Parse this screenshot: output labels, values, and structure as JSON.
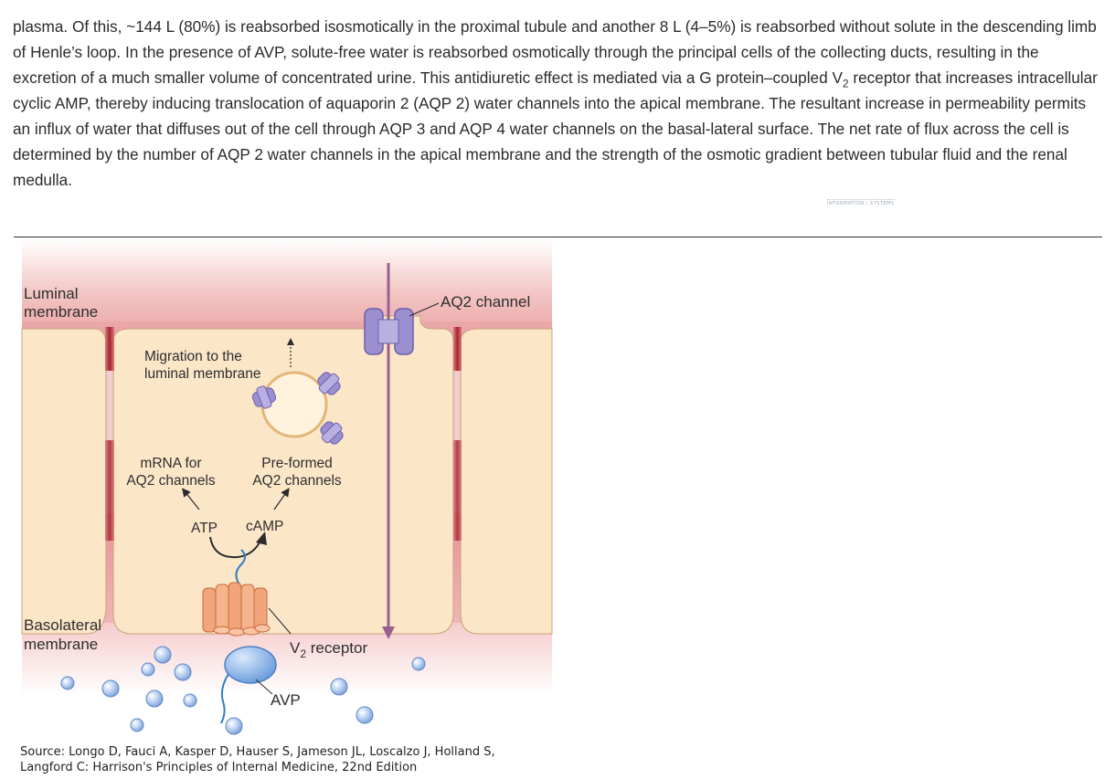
{
  "article": {
    "line1_a": "plasma. Of this, ~144 L (80%) is reabsorbed isosmotically in the proximal tubule and another 8 L (4–5%) is reabsorbed without solute in the descending limb of Henle’s loop. In the presence of AVP, solute-free water is reabsorbed osmotically through the principal cells of the collecting ducts, resulting in the excretion of a much smaller volume of concentrated urine. This antidiuretic effect is mediated via a G protein–coupled V",
    "line1_sub": "2",
    "line1_b": " receptor that increases intracellular cyclic AMP, thereby inducing translocation of aquaporin 2 (AQP 2) water channels into the apical membrane. The resultant increase in permeability permits an influx of water that diffuses out of the cell through AQP 3 and AQP 4 water channels on the basal-lateral surface. The net rate of flux across the cell is determined by the number of AQP 2 water channels in the apical membrane and the strength of the osmotic gradient between tubular fluid and the renal medulla."
  },
  "watermark": "INFORMATION / SYSTEMS",
  "figure": {
    "luminal_1": "Luminal",
    "luminal_2": "membrane",
    "basolateral_1": "Basolateral",
    "basolateral_2": "membrane",
    "aq2_channel": "AQ2 channel",
    "migration_1": "Migration to the",
    "migration_2": "luminal membrane",
    "mrna_1": "mRNA for",
    "mrna_2": "AQ2 channels",
    "preformed_1": "Pre-formed",
    "preformed_2": "AQ2 channels",
    "atp": "ATP",
    "camp": "cAMP",
    "v2_main": "V",
    "v2_sub": "2",
    "v2_rest": " receptor",
    "avp": "AVP"
  },
  "source": {
    "line1": "Source: Longo D, Fauci A, Kasper D, Hauser S, Jameson JL, Loscalzo J, Holland S,",
    "line2": "Langford C: Harrison's Principles of Internal Medicine, 22nd Edition"
  },
  "colors": {
    "cell_fill": "#fbe6c8",
    "membrane_pink": "#e8a0a3",
    "membrane_dark": "#b43a3f",
    "channel_purple": "#9b8fd0",
    "arrow_purple": "#9b5f8e",
    "receptor_orange": "#f2a47a",
    "avp_blue": "#7fb0e6"
  }
}
